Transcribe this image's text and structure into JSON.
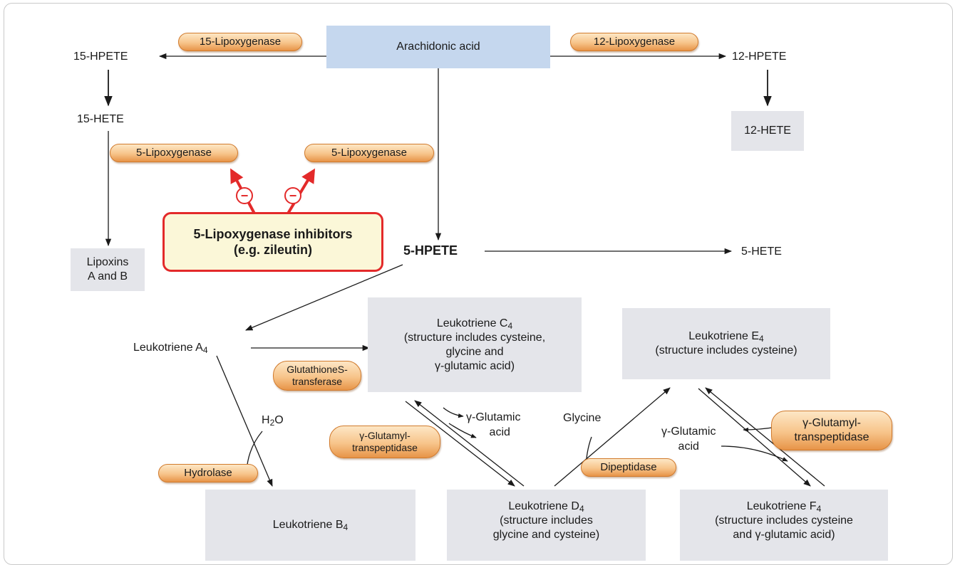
{
  "nodes": {
    "arachidonic_acid": "Arachidonic acid",
    "hpete_15": "15-HPETE",
    "hete_15": "15-HETE",
    "hpete_12": "12-HPETE",
    "hete_12": "12-HETE",
    "lipoxins_line1": "Lipoxins",
    "lipoxins_line2": "A and B",
    "hpete_5": "5-HPETE",
    "hete_5": "5-HETE",
    "lta4_main": "Leukotriene A",
    "lta4_sub": "4",
    "ltb4_main": "Leukotriene B",
    "ltb4_sub": "4",
    "ltc4_main": "Leukotriene C",
    "ltc4_sub": "4",
    "ltc4_l2": "(structure includes cysteine,",
    "ltc4_l3": "glycine and",
    "ltc4_l4": "γ-glutamic acid)",
    "ltd4_main": "Leukotriene D",
    "ltd4_sub": "4",
    "ltd4_l2": "(structure includes",
    "ltd4_l3": "glycine and cysteine)",
    "lte4_main": "Leukotriene E",
    "lte4_sub": "4",
    "lte4_l2": "(structure includes cysteine)",
    "ltf4_main": "Leukotriene F",
    "ltf4_sub": "4",
    "ltf4_l2": "(structure includes cysteine",
    "ltf4_l3": "and γ-glutamic acid)"
  },
  "side_labels": {
    "h2o_h": "H",
    "h2o_sub": "2",
    "h2o_o": "O",
    "gamma_glutamic_1a": "γ-Glutamic",
    "gamma_glutamic_1b": "acid",
    "glycine": "Glycine",
    "gamma_glutamic_2a": "γ-Glutamic",
    "gamma_glutamic_2b": "acid"
  },
  "enzymes": {
    "lox15": "15-Lipoxygenase",
    "lox12": "12-Lipoxygenase",
    "lox5_left": "5-Lipoxygenase",
    "lox5_right": "5-Lipoxygenase",
    "gst_l1": "GlutathioneS-",
    "gst_l2": "transferase",
    "hydrolase": "Hydrolase",
    "ggt1_l1": "γ-Glutamyl-",
    "ggt1_l2": "transpeptidase",
    "dipeptidase": "Dipeptidase",
    "ggt2_l1": "γ-Glutamyl-",
    "ggt2_l2": "transpeptidase"
  },
  "inhibitor": {
    "line1": "5-Lipoxygenase inhibitors",
    "line2": "(e.g. zileutin)",
    "symbol": "−"
  },
  "colors": {
    "enzyme_fill": "#f7c48a",
    "enzyme_border": "#d17a2c",
    "node_fill": "#e4e5ea",
    "source_fill": "#c5d7ee",
    "inhibitor_border": "#e32a2a",
    "inhibitor_fill": "#fbf7d8"
  }
}
